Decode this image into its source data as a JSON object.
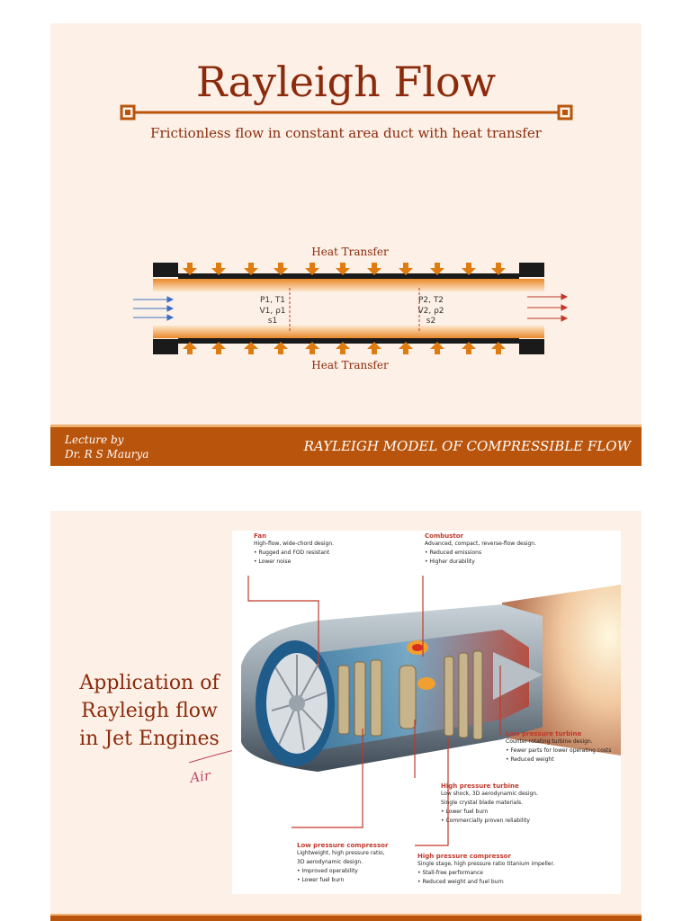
{
  "slide1": {
    "title": "Rayleigh Flow",
    "subtitle": "Frictionless flow in constant area duct with heat transfer",
    "diagram": {
      "heat_transfer_top": "Heat Transfer",
      "heat_transfer_bottom": "Heat Transfer",
      "state1": [
        "P1, T1",
        "V1, ρ1",
        "s1"
      ],
      "state2": [
        "P2, T2",
        "V2, ρ2",
        "s2"
      ]
    },
    "footer": {
      "lecture_by": "Lecture by",
      "author": "Dr. R S Maurya",
      "course": "RAYLEIGH MODEL OF COMPRESSIBLE FLOW"
    }
  },
  "slide2": {
    "title_lines": [
      "Application of",
      "Rayleigh flow",
      "in Jet Engines"
    ],
    "annotation_air": "Air",
    "engine_labels": {
      "fan": {
        "title": "Fan",
        "lines": [
          "High-flow, wide-chord design.",
          "• Rugged and FOD resistant",
          "• Lower noise"
        ]
      },
      "combustor": {
        "title": "Combustor",
        "lines": [
          "Advanced, compact, reverse-flow design.",
          "• Reduced emissions",
          "• Higher durability"
        ]
      },
      "lpt": {
        "title": "Low pressure turbine",
        "lines": [
          "Counter-rotating turbine design.",
          "• Fewer parts for lower operating costs",
          "• Reduced weight"
        ]
      },
      "hpt": {
        "title": "High pressure turbine",
        "lines": [
          "Low shock, 3D aerodynamic design.",
          "Single crystal blade materials.",
          "• Lower fuel burn",
          "• Commercially proven reliability"
        ]
      },
      "lpc": {
        "title": "Low pressure compressor",
        "lines": [
          "Lightweight, high pressure ratio,",
          "3D aerodynamic design.",
          "• Improved operability",
          "• Lower fuel burn"
        ]
      },
      "hpc": {
        "title": "High pressure compressor",
        "lines": [
          "Single stage, high pressure ratio titanium impeller.",
          "• Stall-free performance",
          "• Reduced weight and fuel burn"
        ]
      }
    }
  },
  "colors": {
    "maroon": "#8b2a0c",
    "orange": "#b9540c",
    "arrow_orange": "#e07b10",
    "duct_black": "#1a1a1a",
    "flow_blue": "#3d6fc4",
    "flow_red": "#c0392b"
  }
}
